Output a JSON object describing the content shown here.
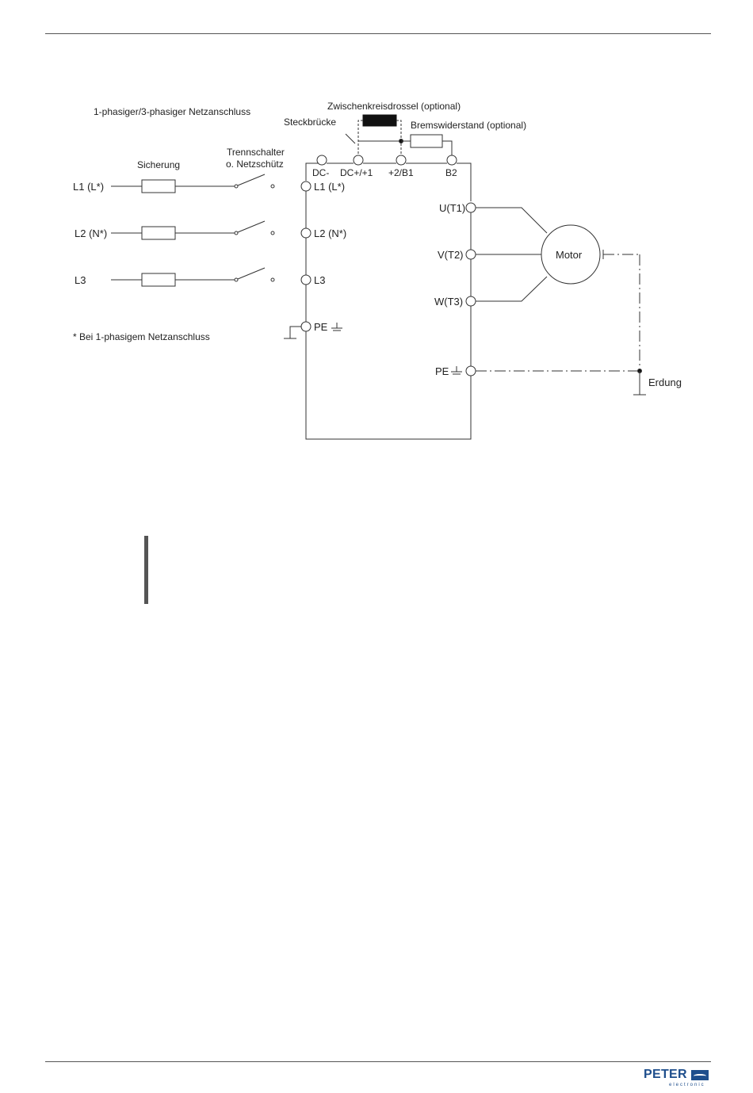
{
  "header": {},
  "diagram": {
    "title": "1-phasiger/3-phasiger Netzanschluss",
    "choke_label": "Zwischenkreisdrossel (optional)",
    "jumper_label": "Steckbrücke",
    "brake_label": "Bremswiderstand (optional)",
    "fuse_label": "Sicherung",
    "switch_label_1": "Trennschalter",
    "switch_label_2": "o. Netzschütz",
    "line_inputs": [
      "L1 (L*)",
      "L2 (N*)",
      "L3"
    ],
    "dc_terminals": [
      "DC-",
      "DC+/+1",
      "+2/B1",
      "B2"
    ],
    "input_terminals": [
      "L1 (L*)",
      "L2 (N*)",
      "L3",
      "PE"
    ],
    "output_terminals": [
      "U(T1)",
      "V(T2)",
      "W(T3)",
      "PE"
    ],
    "motor_label": "Motor",
    "earth_label": "Erdung",
    "footnote": "*  Bei 1-phasigem Netzanschluss"
  },
  "footer": {
    "logo_text": "PETER",
    "logo_sub": "electronic"
  },
  "colors": {
    "line": "#333333",
    "logo": "#1e4e8c"
  }
}
